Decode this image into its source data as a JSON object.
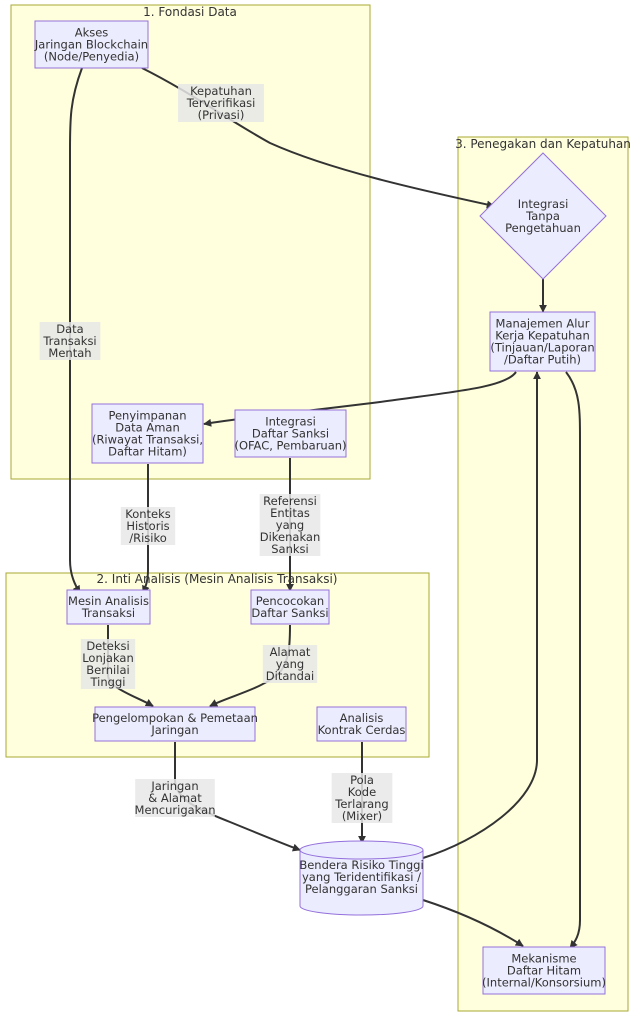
{
  "clusters": {
    "fondasi": {
      "title": "1. Fondasi Data"
    },
    "inti": {
      "title": "2. Inti Analisis (Mesin Analisis Transaksi)"
    },
    "penegakan": {
      "title": "3. Penegakan dan Kepatuhan"
    }
  },
  "nodes": {
    "akses": [
      "Akses",
      "Jaringan Blockchain",
      "(Node/Penyedia)"
    ],
    "penyimpanan": [
      "Penyimpanan",
      "Data Aman",
      "(Riwayat Transaksi,",
      "Daftar Hitam)"
    ],
    "integrasi_sanksi": [
      "Integrasi",
      "Daftar Sanksi",
      "(OFAC, Pembaruan)"
    ],
    "zk": [
      "Integrasi",
      "Tanpa",
      "Pengetahuan"
    ],
    "manajemen": [
      "Manajemen Alur",
      "Kerja Kepatuhan",
      "(Tinjauan/Laporan",
      "/Daftar Putih)"
    ],
    "mesin": [
      "Mesin Analisis",
      "Transaksi"
    ],
    "pencocokan": [
      "Pencocokan",
      "Daftar Sanksi"
    ],
    "pengelompokan": [
      "Pengelompokan & Pemetaan",
      "Jaringan"
    ],
    "kontrak": [
      "Analisis",
      "Kontrak Cerdas"
    ],
    "bendera": [
      "Bendera Risiko Tinggi",
      "yang Teridentifikasi /",
      "Pelanggaran Sanksi"
    ],
    "mekanisme": [
      "Mekanisme",
      "Daftar Hitam",
      "(Internal/Konsorsium)"
    ]
  },
  "edges": {
    "akses_zk": [
      "Kepatuhan",
      "Terverifikasi",
      "(Privasi)"
    ],
    "akses_mesin": [
      "Data",
      "Transaksi",
      "Mentah"
    ],
    "penyimpanan_mesin": [
      "Konteks",
      "Historis",
      "/Risiko"
    ],
    "sanksi_pencocokan": [
      "Referensi",
      "Entitas",
      "yang",
      "Dikenakan",
      "Sanksi"
    ],
    "mesin_pengelompokan": [
      "Deteksi",
      "Lonjakan",
      "Bernilai",
      "Tinggi"
    ],
    "pencocokan_pengelompokan": [
      "Alamat",
      "yang",
      "Ditandai"
    ],
    "pengelompokan_bendera": [
      "Jaringan",
      "& Alamat",
      "Mencurigakan"
    ],
    "kontrak_bendera": [
      "Pola",
      "Kode",
      "Terlarang",
      "(Mixer)"
    ]
  }
}
